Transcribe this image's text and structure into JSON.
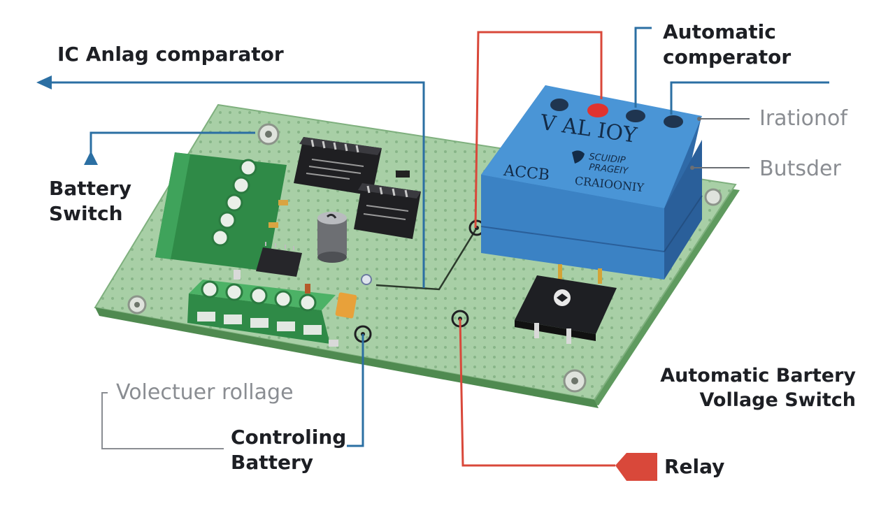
{
  "labels": {
    "ic_analog_comparator": "IC Anlag comparator",
    "automatic_comperator": "Automatic\ncomperator",
    "battery_switch": "Battery\nSwitch",
    "iration_of": "Irationof",
    "butsder": "Butsder",
    "volectuer_rollage": "Volectuer rollage",
    "controling_battery": "Controling\nBattery",
    "automatic_battery_voltage_switch": "Automatic Bartery\nVollage Switch",
    "relay": "Relay"
  },
  "relay_module": {
    "line1": "V AL IOY",
    "line2": "ACCB",
    "line3": "CRAIOONIY",
    "badge_line1": "SCUIDIP",
    "badge_line2": "PRAGEIY"
  },
  "colors": {
    "board": "#9cc59b",
    "board_edge": "#6fa56e",
    "terminal_block": "#3fa35b",
    "relay_body": "#3a7fc1",
    "callout_blue": "#2b6fa3",
    "callout_red": "#d9483a",
    "callout_gray": "#8a8d92",
    "text_dark": "#1d1f24"
  }
}
